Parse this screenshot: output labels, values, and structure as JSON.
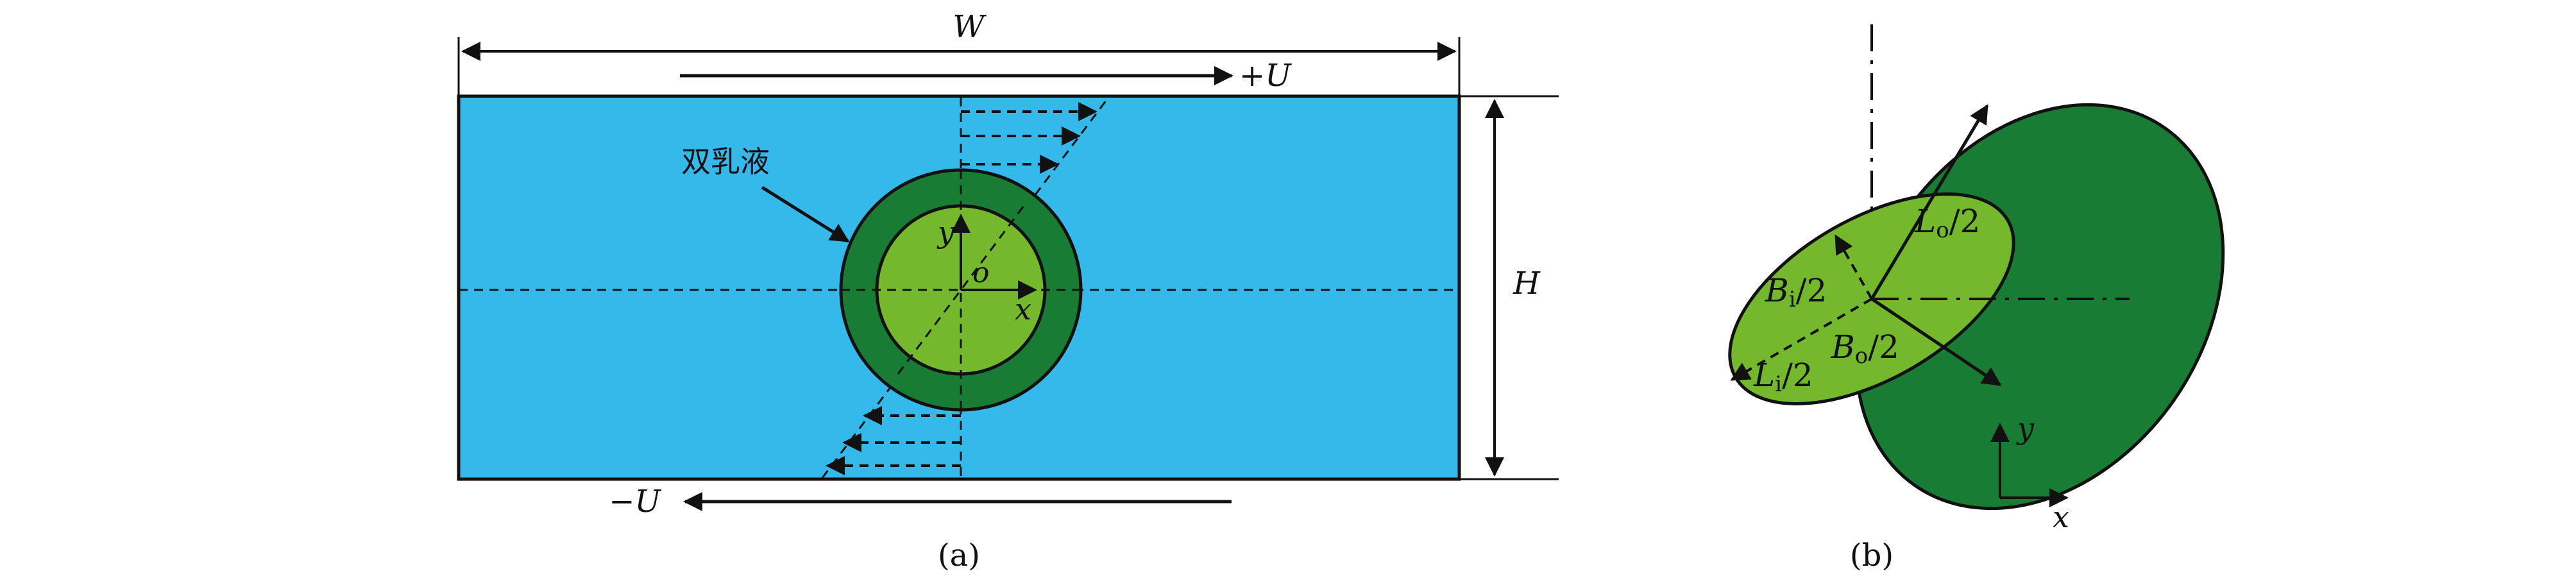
{
  "colors": {
    "channel_fluid": "#35b9ea",
    "outer_shell": "#187c34",
    "inner_core": "#74b92c",
    "ink": "#111111"
  },
  "panel_a": {
    "width_label": "W",
    "height_label": "H",
    "top_velocity": "+U",
    "bottom_velocity": "−U",
    "drop_label": "双乳液",
    "axis_y": "y",
    "axis_x": "x",
    "origin": "o",
    "caption": "(a)"
  },
  "panel_b": {
    "label_Lo": "L",
    "label_Lo_sub": "o",
    "label_Bi": "B",
    "label_Bi_sub": "i",
    "label_Bo": "B",
    "label_Bo_sub": "o",
    "label_Li": "L",
    "label_Li_sub": "i",
    "half": "/2",
    "axis_y": "y",
    "axis_x": "x",
    "caption": "(b)"
  }
}
